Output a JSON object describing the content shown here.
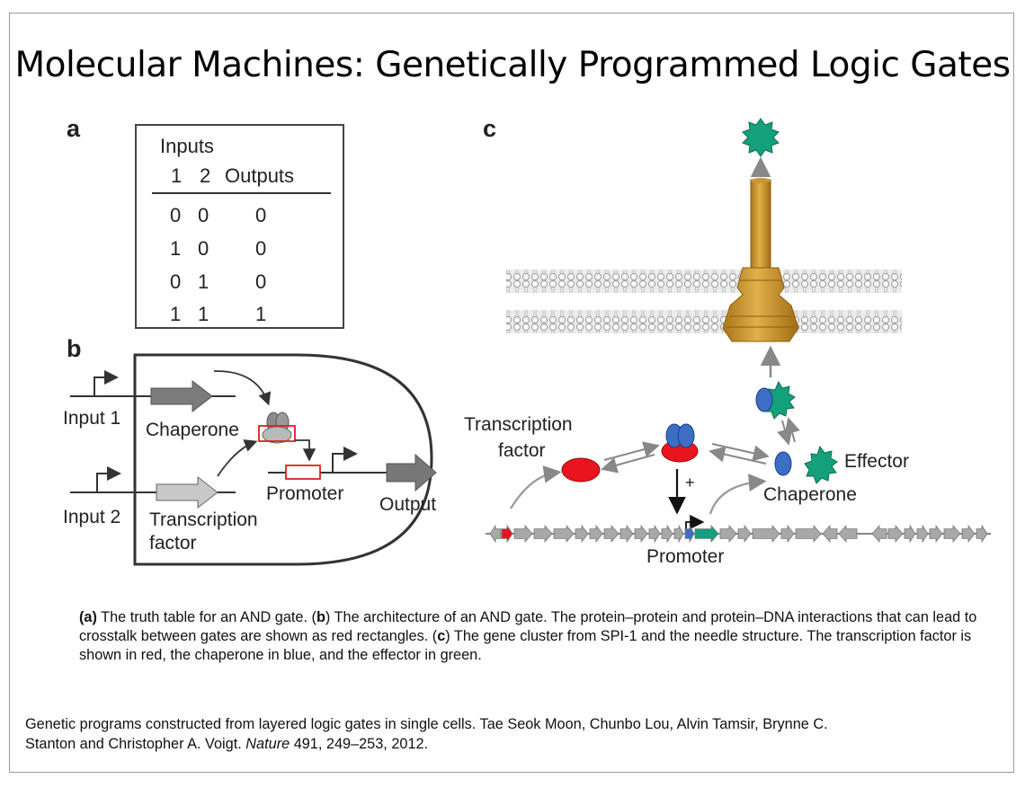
{
  "title": "Molecular Machines: Genetically Programmed Logic Gates",
  "panels": {
    "a": "a",
    "b": "b",
    "c": "c"
  },
  "truth_table": {
    "inputs_label": "Inputs",
    "col1": "1",
    "col2": "2",
    "outputs_label": "Outputs",
    "rows": [
      {
        "in1": "0",
        "in2": "0",
        "out": "0"
      },
      {
        "in1": "1",
        "in2": "0",
        "out": "0"
      },
      {
        "in1": "0",
        "in2": "1",
        "out": "0"
      },
      {
        "in1": "1",
        "in2": "1",
        "out": "1"
      }
    ]
  },
  "gate_diagram": {
    "input1": "Input 1",
    "input2": "Input 2",
    "chaperone": "Chaperone",
    "transcription": "Transcription",
    "factor": "factor",
    "promoter": "Promoter",
    "output": "Output"
  },
  "cluster_diagram": {
    "transcription": "Transcription",
    "factor": "factor",
    "effector": "Effector",
    "chaperone": "Chaperone",
    "plus": "+",
    "promoter": "Promoter"
  },
  "caption": {
    "a_tag": "(a)",
    "a_text": " The truth table for an AND gate.  (",
    "b_tag": "b",
    "b_text": ")  The architecture of an AND gate.  The protein–protein and protein–DNA interactions that can lead to crosstalk between gates are shown as red rectangles. (",
    "c_tag": "c",
    "c_text": ") The gene cluster from SPI-1 and the needle structure. The transcription factor is shown in red, the chaperone in blue, and the effector in green."
  },
  "citation": {
    "text": "Genetic programs constructed from layered logic gates in single cells. Tae Seok Moon, Chunbo Lou, Alvin Tamsir,  Brynne C. Stanton and Christopher A. Voigt.  ",
    "journal": "Nature",
    "details": " 491,  249–253,   2012."
  },
  "colors": {
    "tf_red": "#e8141e",
    "chaperone_blue": "#3c6ec4",
    "effector_green": "#13a07a",
    "needle_gold": "#c8962a",
    "gene_gray": "#a8a8a8"
  }
}
